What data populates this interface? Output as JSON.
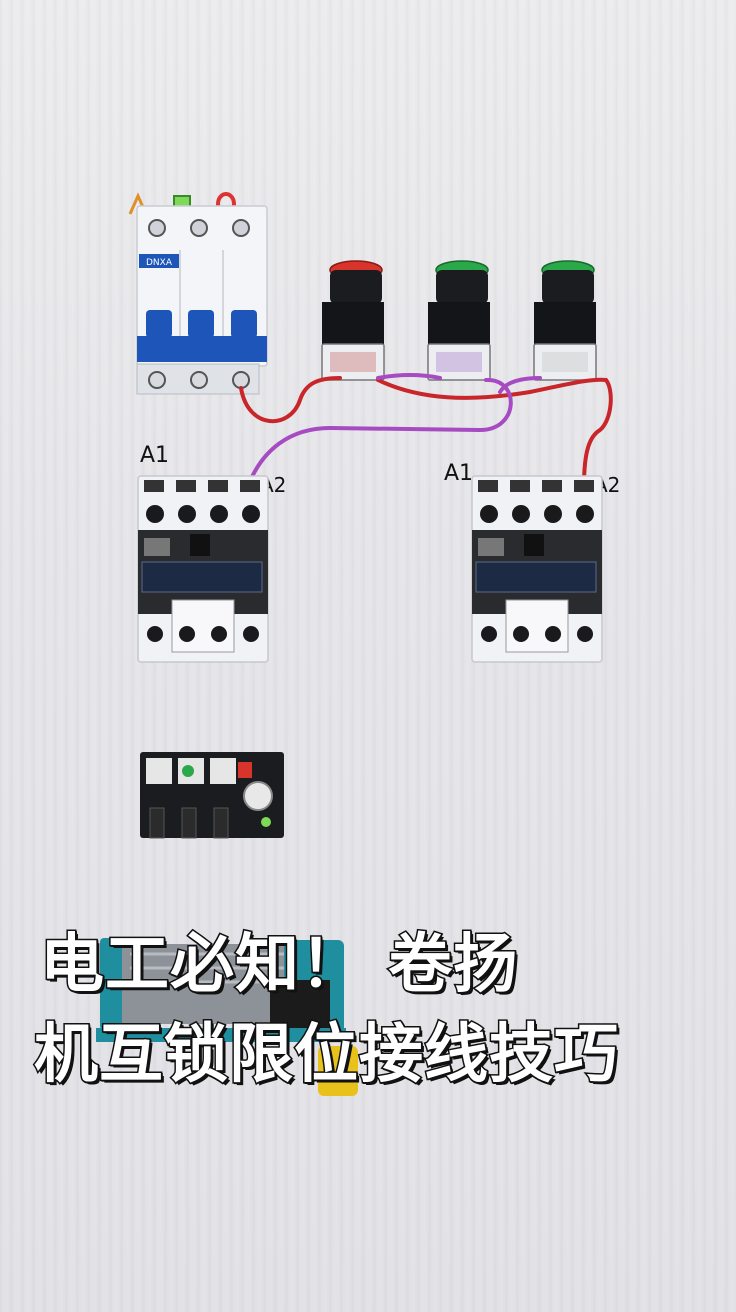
{
  "breaker": {
    "brand_label": "DNXA"
  },
  "contactor_left": {
    "terminal_a1": "A1",
    "terminal_a2": "A2"
  },
  "contactor_right": {
    "terminal_a1": "A1",
    "terminal_a2": "A2"
  },
  "colors": {
    "breaker_blue": "#1d55b8",
    "wire_red": "#c8262a",
    "wire_purple": "#a64bc2",
    "button_red": "#d8342c",
    "button_green": "#2aa84a",
    "contactor_dark": "#2a2b2e"
  },
  "caption": {
    "line1": "电工必知！ 卷扬",
    "line2": "机互锁限位接线技巧"
  }
}
